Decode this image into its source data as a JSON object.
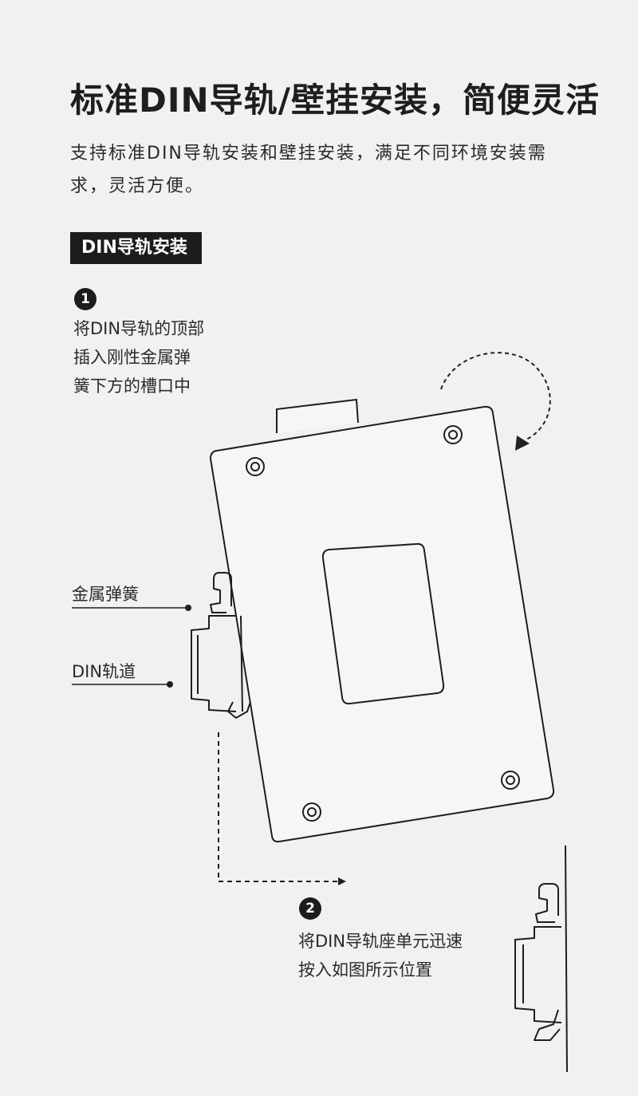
{
  "title": "标准DIN导轨/壁挂安装，简便灵活",
  "subtitle": "支持标准DIN导轨安装和壁挂安装，满足不同环境安装需求，灵活方便。",
  "section": {
    "label": "DIN导轨安装"
  },
  "steps": [
    {
      "number": "1",
      "lines": [
        "将DIN导轨的顶部",
        "插入刚性金属弹",
        "簧下方的槽口中"
      ]
    },
    {
      "number": "2",
      "lines": [
        "将DIN导轨座单元迅速",
        "按入如图所示位置"
      ]
    }
  ],
  "callouts": {
    "spring": "金属弹簧",
    "rail": "DIN轨道"
  },
  "colors": {
    "background": "#f1f1f0",
    "ink": "#1e1e1e",
    "device_fill": "#f6f6f5"
  }
}
